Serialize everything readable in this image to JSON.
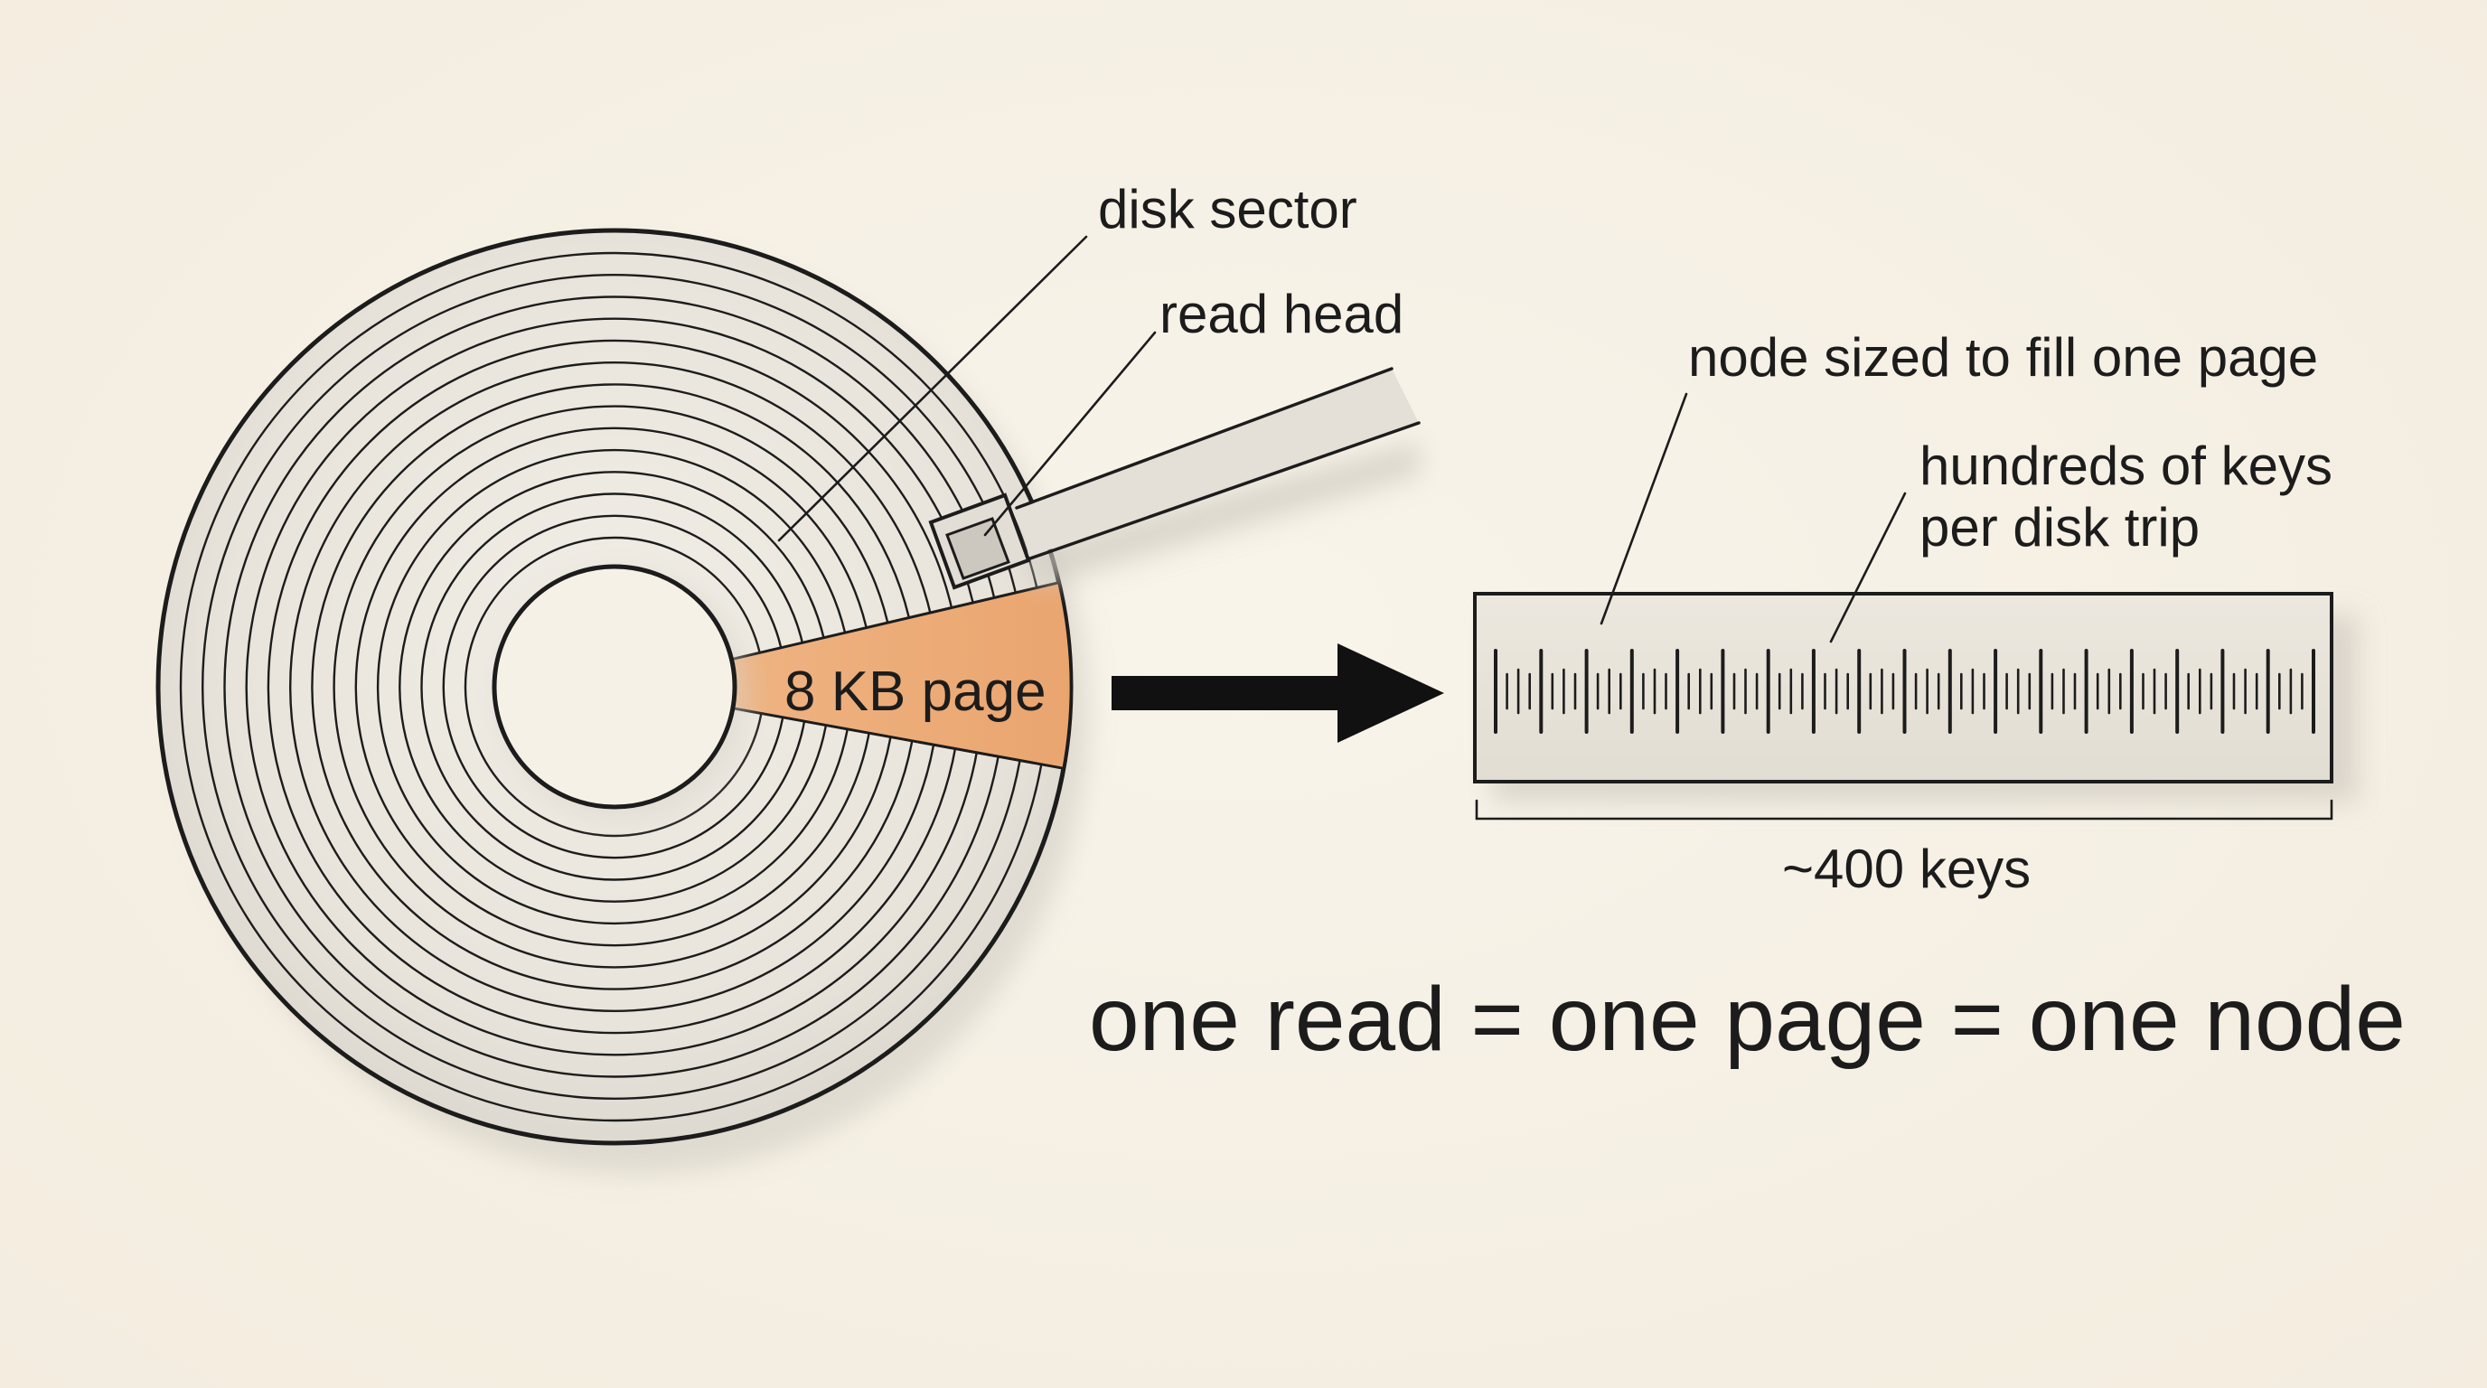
{
  "labels": {
    "disk_sector": "disk sector",
    "read_head": "read head",
    "page": "8 KB page",
    "node_sized": "node sized to fill one page",
    "hundreds_line1": "hundreds of keys",
    "hundreds_line2": "per disk trip",
    "keys_count": "~400 keys",
    "equation": "one read = one page = one node"
  },
  "diagram": {
    "track_count": 14,
    "key_group_count": 18
  },
  "colors": {
    "ink": "#1c1c1c",
    "platter": "#e9e5dc",
    "platter_shadow": "#d8d4cb",
    "page_sector": "#efb17f",
    "node_fill": "#e7e2d8",
    "background": "#f6f1e6"
  }
}
